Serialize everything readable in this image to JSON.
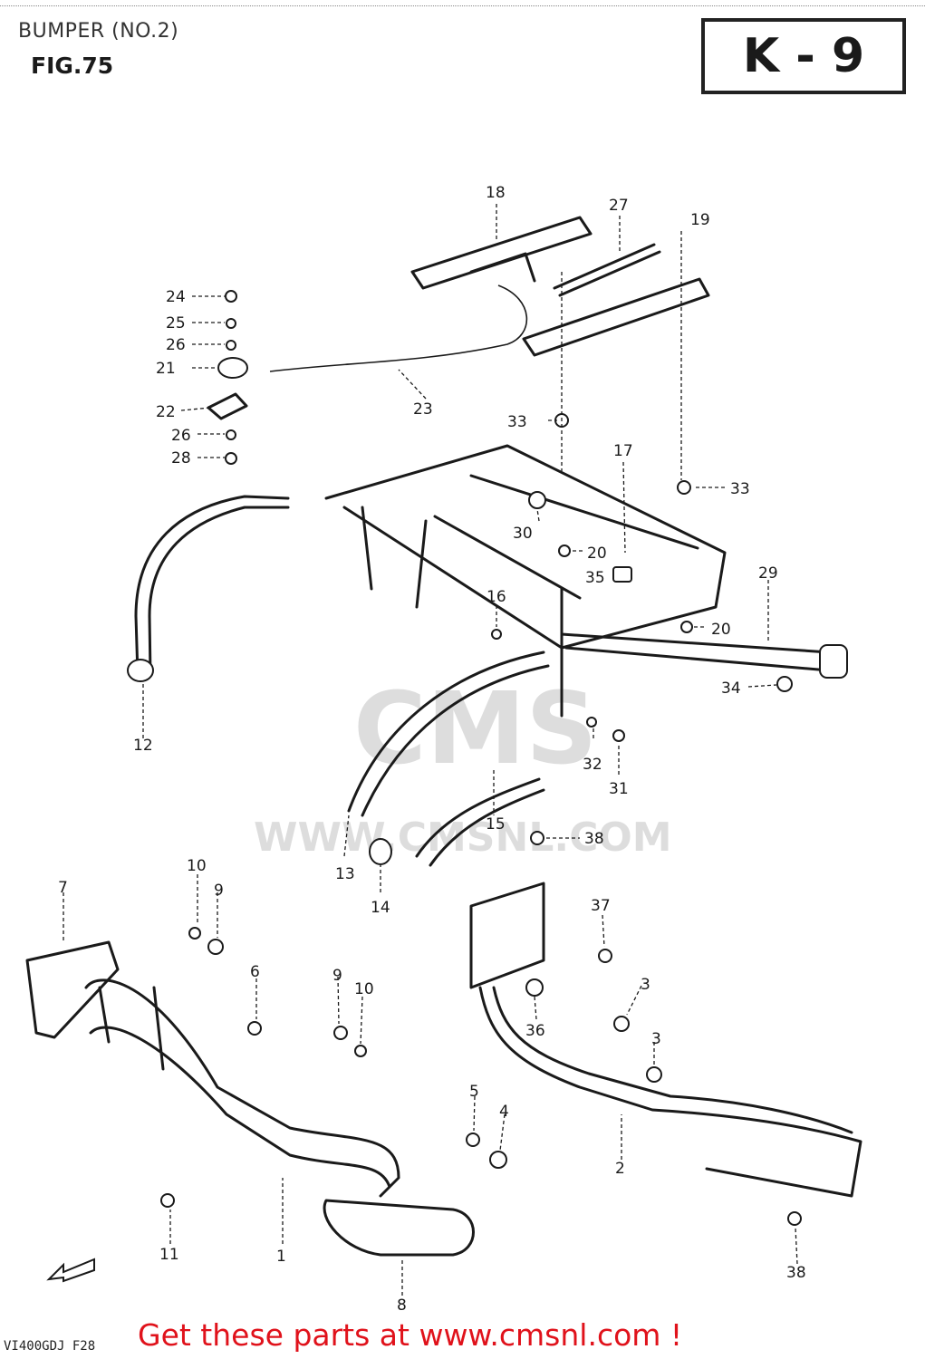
{
  "header": {
    "section_title": "BUMPER (NO.2)",
    "figure_label": "FIG.75",
    "page_code": "K - 9"
  },
  "diagram": {
    "part_labels": [
      {
        "id": "1",
        "text": "1"
      },
      {
        "id": "2",
        "text": "2"
      },
      {
        "id": "3a",
        "text": "3"
      },
      {
        "id": "3b",
        "text": "3"
      },
      {
        "id": "4",
        "text": "4"
      },
      {
        "id": "5",
        "text": "5"
      },
      {
        "id": "6",
        "text": "6"
      },
      {
        "id": "7",
        "text": "7"
      },
      {
        "id": "8",
        "text": "8"
      },
      {
        "id": "9a",
        "text": "9"
      },
      {
        "id": "9b",
        "text": "9"
      },
      {
        "id": "10a",
        "text": "10"
      },
      {
        "id": "10b",
        "text": "10"
      },
      {
        "id": "11",
        "text": "11"
      },
      {
        "id": "12",
        "text": "12"
      },
      {
        "id": "13",
        "text": "13"
      },
      {
        "id": "14",
        "text": "14"
      },
      {
        "id": "15",
        "text": "15"
      },
      {
        "id": "16",
        "text": "16"
      },
      {
        "id": "17",
        "text": "17"
      },
      {
        "id": "18",
        "text": "18"
      },
      {
        "id": "19",
        "text": "19"
      },
      {
        "id": "20a",
        "text": "20"
      },
      {
        "id": "20b",
        "text": "20"
      },
      {
        "id": "21",
        "text": "21"
      },
      {
        "id": "22",
        "text": "22"
      },
      {
        "id": "23",
        "text": "23"
      },
      {
        "id": "24",
        "text": "24"
      },
      {
        "id": "25",
        "text": "25"
      },
      {
        "id": "26a",
        "text": "26"
      },
      {
        "id": "26b",
        "text": "26"
      },
      {
        "id": "27",
        "text": "27"
      },
      {
        "id": "28",
        "text": "28"
      },
      {
        "id": "29",
        "text": "29"
      },
      {
        "id": "30",
        "text": "30"
      },
      {
        "id": "31",
        "text": "31"
      },
      {
        "id": "32",
        "text": "32"
      },
      {
        "id": "33a",
        "text": "33"
      },
      {
        "id": "33b",
        "text": "33"
      },
      {
        "id": "34",
        "text": "34"
      },
      {
        "id": "35",
        "text": "35"
      },
      {
        "id": "36",
        "text": "36"
      },
      {
        "id": "37",
        "text": "37"
      },
      {
        "id": "38a",
        "text": "38"
      },
      {
        "id": "38b",
        "text": "38"
      }
    ]
  },
  "watermark": {
    "logo": "CMS",
    "url": "WWW.CMSNL.COM"
  },
  "footer": {
    "model_code": "VI400GDJ F28",
    "cta": "Get these parts at www.cmsnl.com !",
    "cta_color": "#e0121b"
  }
}
